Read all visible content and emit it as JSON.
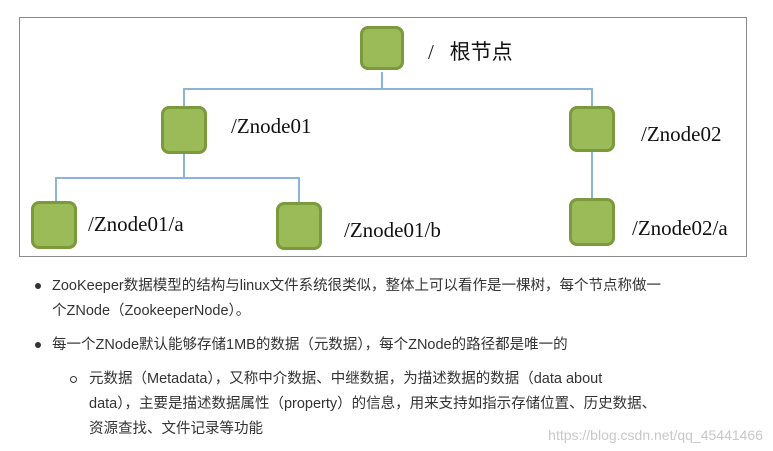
{
  "diagram": {
    "root_label": "/   根节点",
    "nodes": {
      "znode01": "/Znode01",
      "znode02": "/Znode02",
      "znode01_a": "/Znode01/a",
      "znode01_b": "/Znode01/b",
      "znode02_a": "/Znode02/a"
    },
    "colors": {
      "node_fill": "#9bbb59",
      "node_border": "#7a9a3c",
      "edge": "#8db3d8"
    }
  },
  "notes": {
    "bullet1_line1": "ZooKeeper数据模型的结构与linux文件系统很类似，整体上可以看作是一棵树，每个节点称做一",
    "bullet1_line2": "个ZNode（ZookeeperNode）。",
    "bullet2": "每一个ZNode默认能够存储1MB的数据（元数据），每个ZNode的路径都是唯一的",
    "sub_line1": "元数据（Metadata），又称中介数据、中继数据，为描述数据的数据（data about",
    "sub_line2": "data），主要是描述数据属性（property）的信息，用来支持如指示存储位置、历史数据、",
    "sub_line3": "资源查找、文件记录等功能"
  },
  "watermark": "https://blog.csdn.net/qq_45441466"
}
